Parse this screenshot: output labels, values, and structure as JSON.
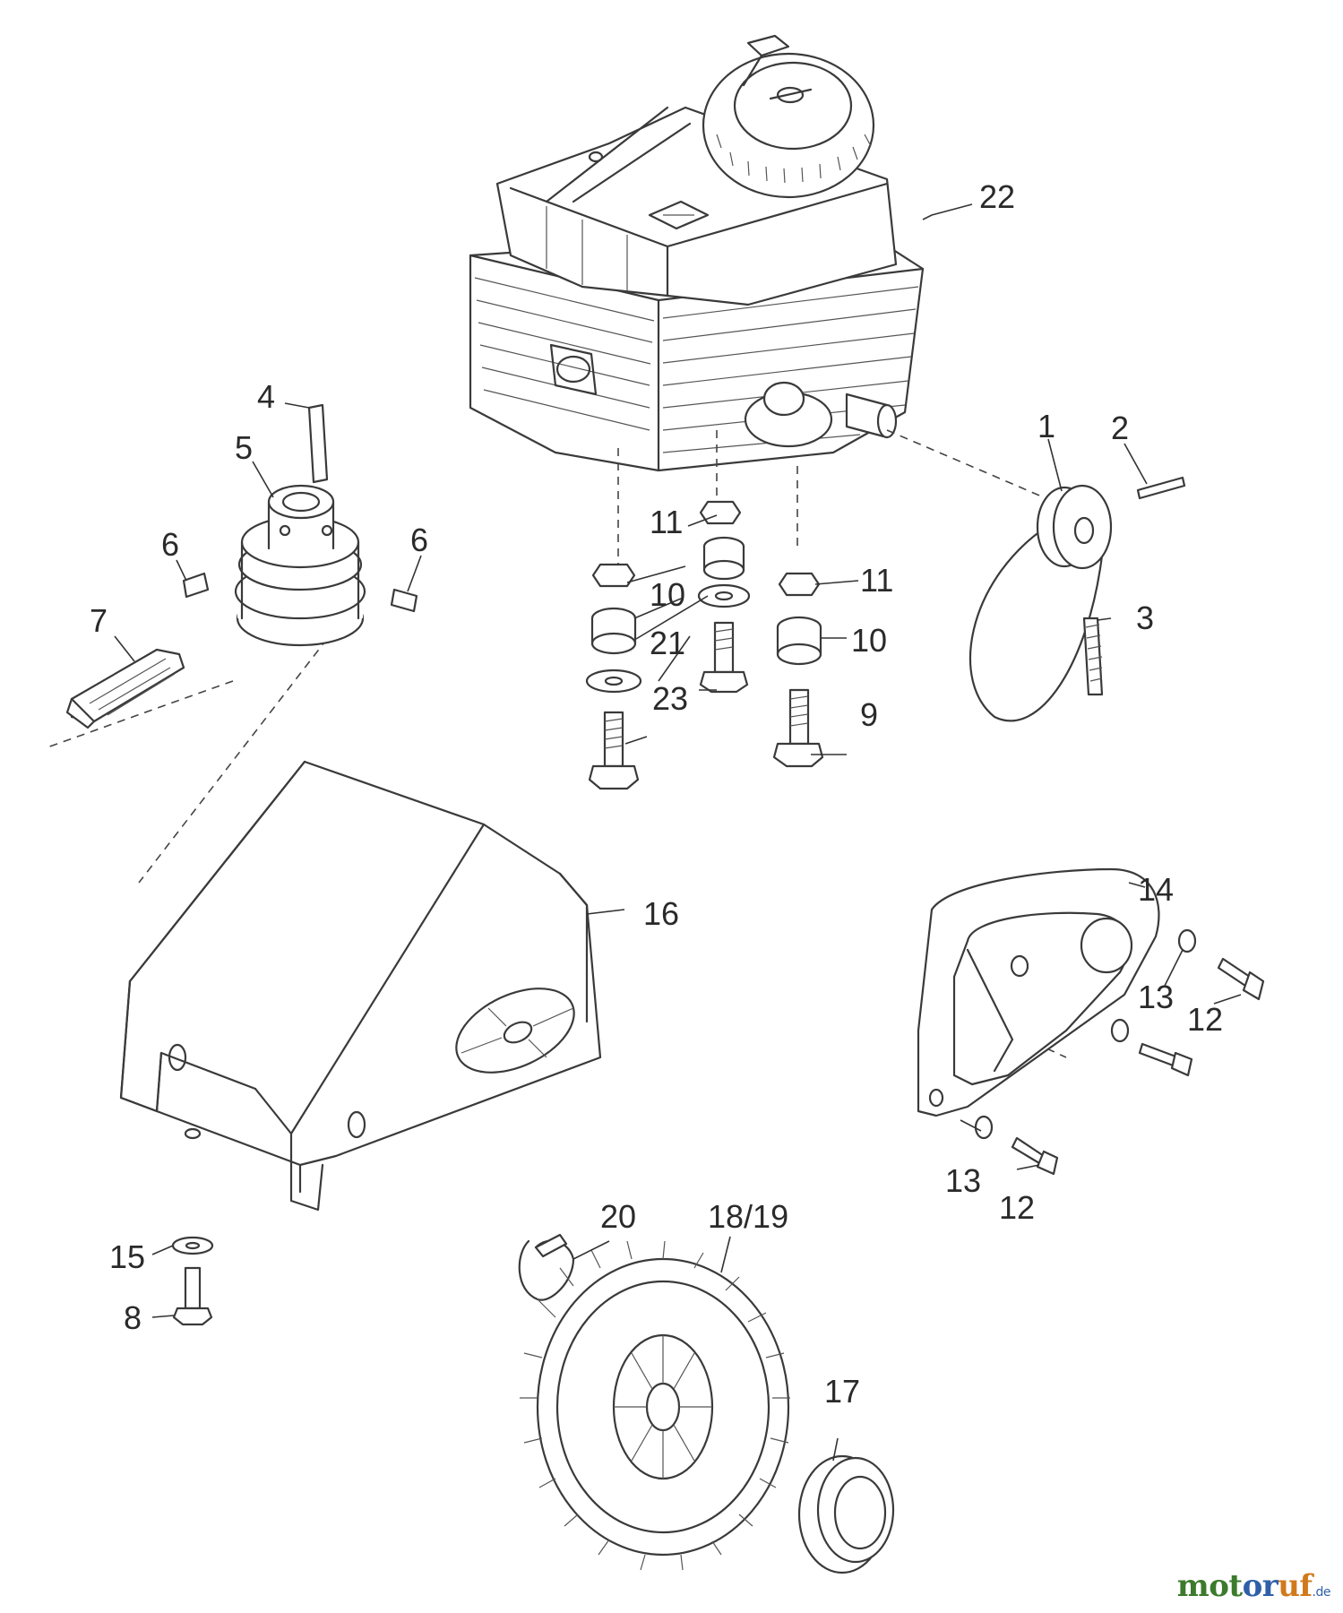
{
  "callouts": [
    {
      "id": "c22",
      "text": "22"
    },
    {
      "id": "c1",
      "text": "1"
    },
    {
      "id": "c2",
      "text": "2"
    },
    {
      "id": "c3",
      "text": "3"
    },
    {
      "id": "c4",
      "text": "4"
    },
    {
      "id": "c5",
      "text": "5"
    },
    {
      "id": "c6a",
      "text": "6"
    },
    {
      "id": "c6b",
      "text": "6"
    },
    {
      "id": "c7",
      "text": "7"
    },
    {
      "id": "c11a",
      "text": "11"
    },
    {
      "id": "c11b",
      "text": "11"
    },
    {
      "id": "c10a",
      "text": "10"
    },
    {
      "id": "c10b",
      "text": "10"
    },
    {
      "id": "c21",
      "text": "21"
    },
    {
      "id": "c23",
      "text": "23"
    },
    {
      "id": "c9",
      "text": "9"
    },
    {
      "id": "c14",
      "text": "14"
    },
    {
      "id": "c16",
      "text": "16"
    },
    {
      "id": "c13a",
      "text": "13"
    },
    {
      "id": "c12a",
      "text": "12"
    },
    {
      "id": "c13b",
      "text": "13"
    },
    {
      "id": "c12b",
      "text": "12"
    },
    {
      "id": "c15",
      "text": "15"
    },
    {
      "id": "c8",
      "text": "8"
    },
    {
      "id": "c20",
      "text": "20"
    },
    {
      "id": "c1819",
      "text": "18/19"
    },
    {
      "id": "c17",
      "text": "17"
    }
  ],
  "watermark": {
    "part1": "mot",
    "part2": "or",
    "part3": "uf",
    "tld": ".de"
  }
}
